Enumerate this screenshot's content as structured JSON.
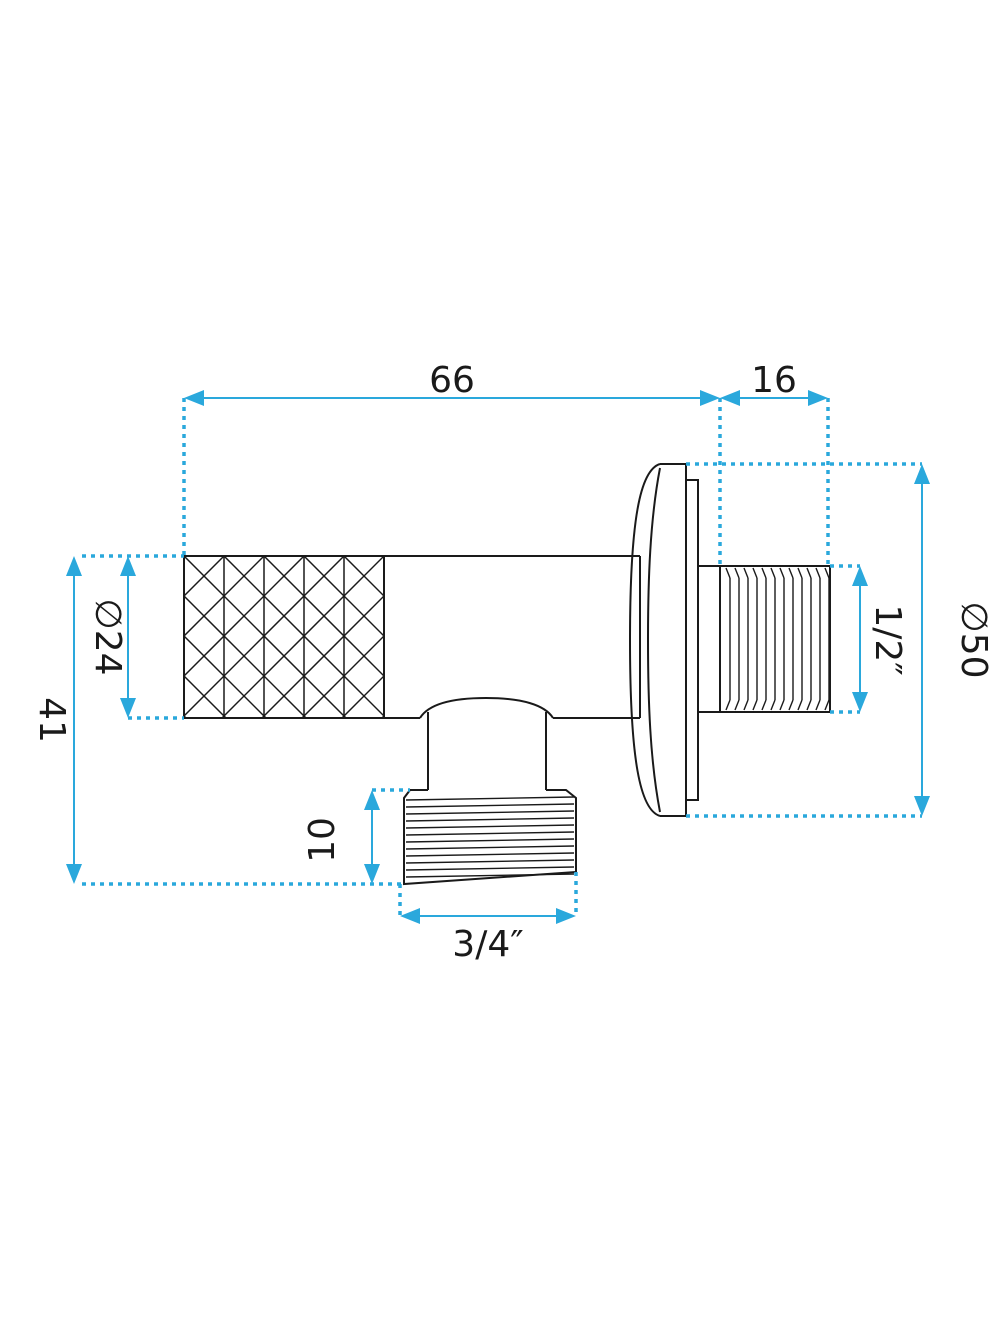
{
  "colors": {
    "dimension": "#2aa8dc",
    "outline": "#1a1a1a",
    "background": "#ffffff"
  },
  "dimensions": {
    "total_length": "66",
    "thread_length": "16",
    "knob_diameter": "∅24",
    "height": "41",
    "outlet_thread_height": "10",
    "outlet_thread": "3/4″",
    "inlet_thread": "1/2″",
    "flange_diameter": "∅50"
  }
}
